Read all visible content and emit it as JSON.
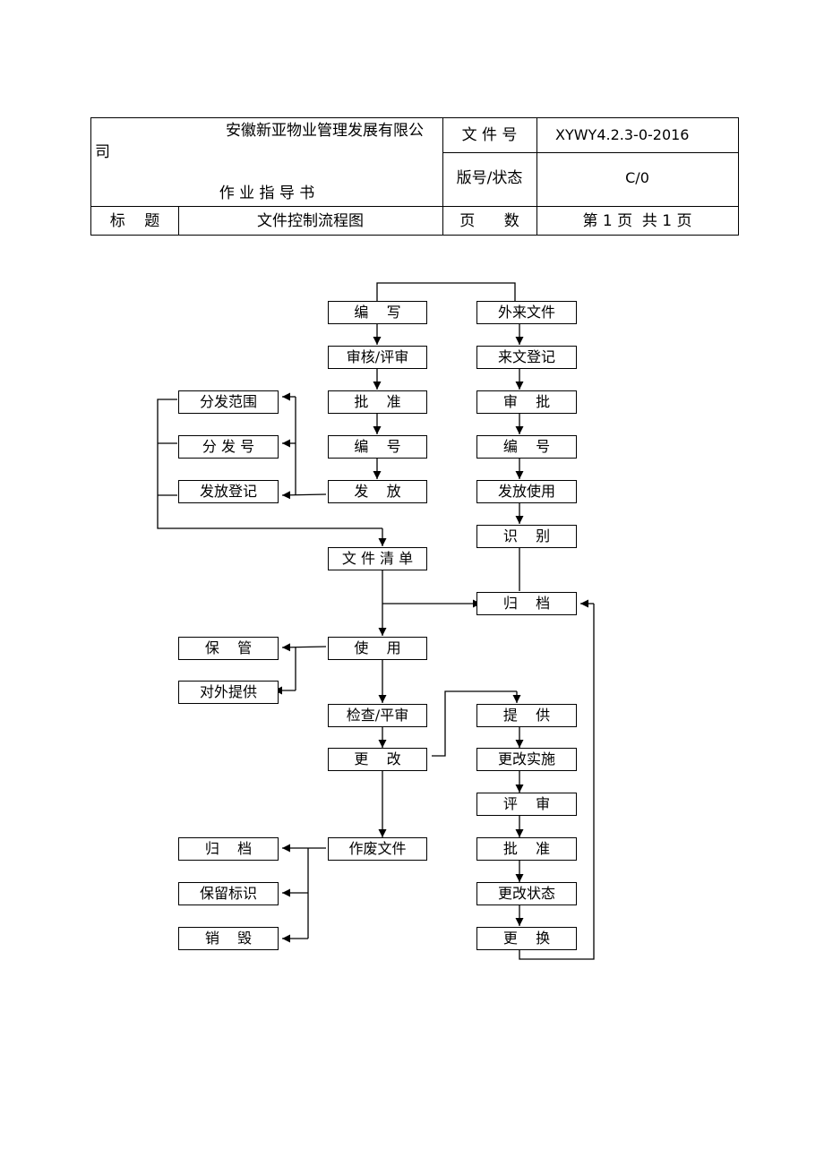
{
  "header": {
    "company": "安徽新亚物业管理发展有限公",
    "company_cont": "司",
    "doc_type": "作 业 指 导 书",
    "file_no_label": "文 件 号",
    "file_no_value": "XYWY4.2.3-0-2016",
    "version_label": "版号/状态",
    "version_value": "C/0",
    "title_label": "标    题",
    "title_value": "文件控制流程图",
    "pages_label": "页      数",
    "pages_value": "第 1 页  共 1 页"
  },
  "flow": {
    "draft": "编    写",
    "review": "审核/评审",
    "approve": "批    准",
    "number": "编    号",
    "issue": "发    放",
    "dist_scope": "分发范围",
    "dist_no": "分 发 号",
    "issue_reg": "发放登记",
    "file_list": "文 件 清 单",
    "use": "使    用",
    "keep": "保    管",
    "external_supply": "对外提供",
    "inspect": "检查/平审",
    "change": "更    改",
    "obsolete": "作废文件",
    "archive_left": "归    档",
    "retain_mark": "保留标识",
    "destroy": "销    毁",
    "ext_file": "外来文件",
    "ext_reg": "来文登记",
    "ext_approve": "审    批",
    "ext_number": "编    号",
    "issue_use": "发放使用",
    "identify": "识    别",
    "archive_right": "归    档",
    "provide": "提    供",
    "change_impl": "更改实施",
    "evaluate": "评    审",
    "approve2": "批    准",
    "change_status": "更改状态",
    "replace": "更    换"
  }
}
